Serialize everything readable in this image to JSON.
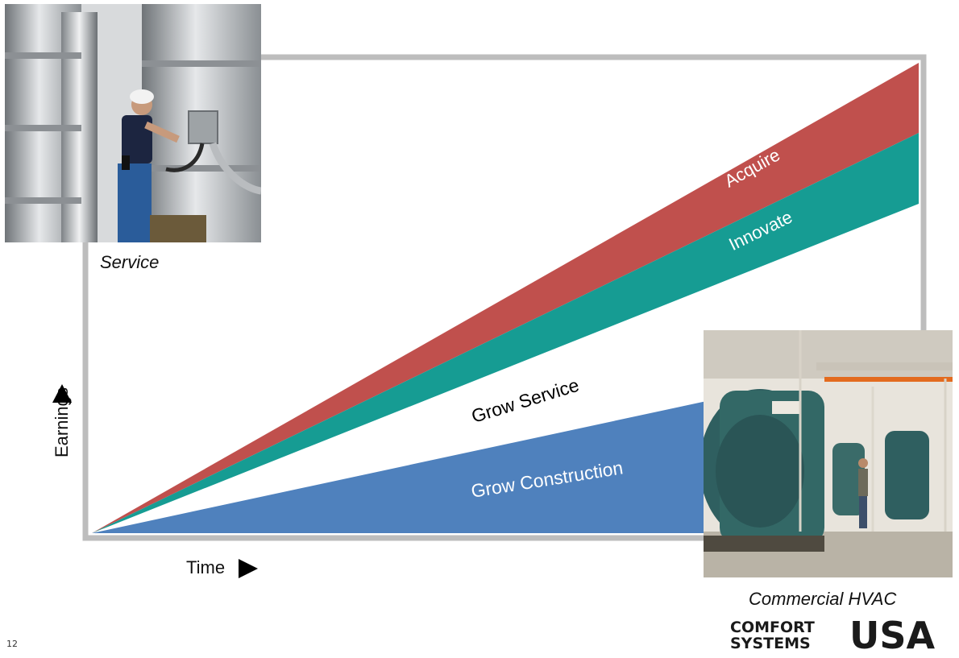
{
  "diagram": {
    "bands": [
      {
        "id": "acquire",
        "label": "Acquire",
        "color": "#c0504d",
        "label_color": "#ffffff"
      },
      {
        "id": "innovate",
        "label": "Innovate",
        "color": "#169c93",
        "label_color": "#ffffff"
      },
      {
        "id": "grow_service",
        "label": "Grow Service",
        "color": "#ffffff",
        "label_color": "#000000"
      },
      {
        "id": "grow_construction",
        "label": "Grow Construction",
        "color": "#4f81bd",
        "label_color": "#ffffff"
      }
    ],
    "axes": {
      "y_label": "Earnings",
      "x_label": "Time",
      "frame_color": "#bdbdbd"
    }
  },
  "photos": {
    "service_caption": "Service",
    "hvac_caption": "Commercial HVAC"
  },
  "logo": {
    "line1": "COMFORT",
    "line2": "SYSTEMS",
    "mark": "USA"
  },
  "page_number": "12"
}
